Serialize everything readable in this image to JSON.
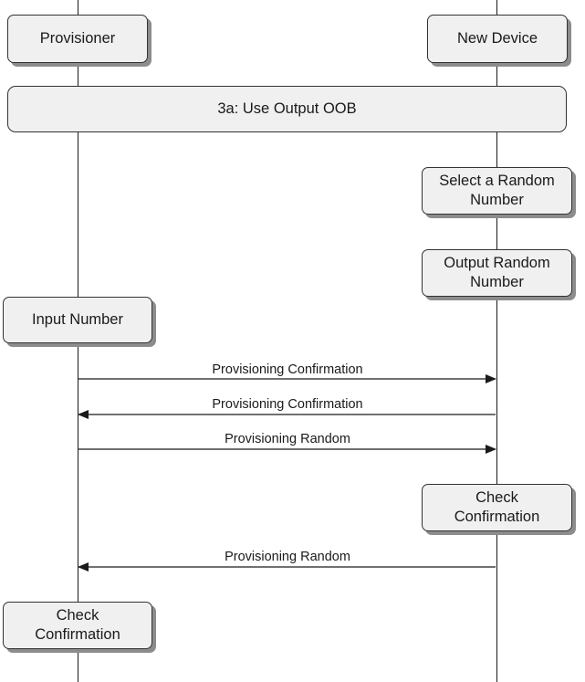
{
  "participants": {
    "provisioner": "Provisioner",
    "new_device": "New Device"
  },
  "phase": {
    "title": "3a:  Use Output OOB"
  },
  "actions": {
    "select_random": "Select a Random\nNumber",
    "output_random": "Output Random\nNumber",
    "input_number": "Input Number",
    "device_check": "Check\nConfirmation",
    "provisioner_check": "Check\nConfirmation"
  },
  "messages": [
    {
      "label": "Provisioning  Confirmation",
      "direction": "to-device"
    },
    {
      "label": "Provisioning  Confirmation",
      "direction": "to-provisioner"
    },
    {
      "label": "Provisioning  Random",
      "direction": "to-device"
    },
    {
      "label": "Provisioning  Random",
      "direction": "to-provisioner"
    }
  ]
}
